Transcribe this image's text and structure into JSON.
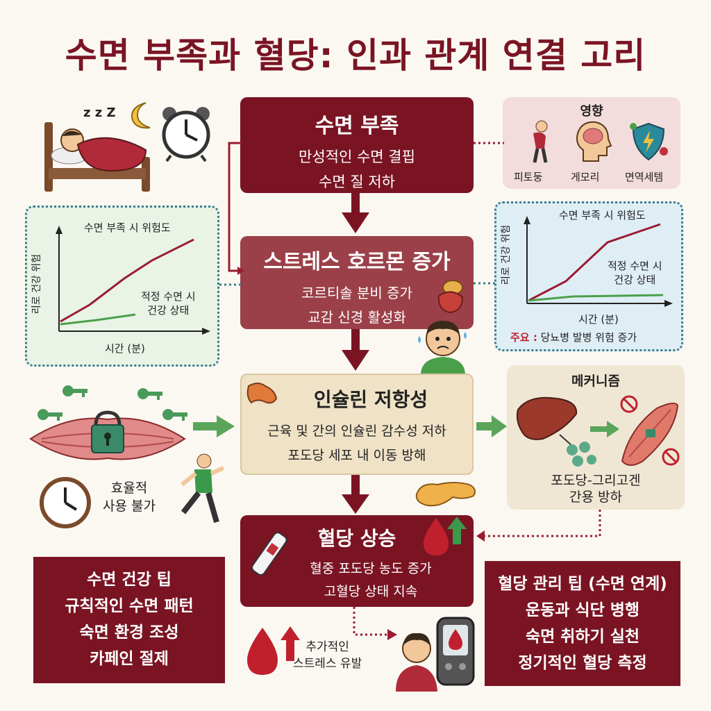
{
  "title": "수면 부족과 혈당: 인과 관계 연결 고리",
  "steps": [
    {
      "title": "수면 부족",
      "lines": [
        "만성적인 수면 결핍",
        "수면 질 저하"
      ]
    },
    {
      "title": "스트레스 호르몬 증가",
      "lines": [
        "코르티솔 분비 증가",
        "교감 신경 활성화"
      ]
    },
    {
      "title": "인슐린 저항성",
      "lines": [
        "근육 및 간의 인슐린 감수성 저하",
        "포도당 세포 내 이동 방해"
      ]
    },
    {
      "title": "혈당 상승",
      "lines": [
        "혈중 포도당 농도 증가",
        "고혈당 상태 지속"
      ]
    }
  ],
  "effects": {
    "title": "영향",
    "items": [
      "피토둥",
      "게모리",
      "면역세템"
    ]
  },
  "left_chart": {
    "ylabel": "리로 건강 위험",
    "xlabel": "시간 (분)",
    "series": [
      {
        "name": "수면 부족 시 위험도",
        "color": "#9b1b30"
      },
      {
        "name": "적정 수면 시\n건강 상태",
        "color": "#4aa04a"
      }
    ]
  },
  "right_chart": {
    "ylabel": "리로 건강 위험",
    "xlabel": "시간 (분)",
    "series": [
      {
        "name": "수면 부족 시 위험도",
        "color": "#9b1b30"
      },
      {
        "name": "적정 수면 시\n건강 상태",
        "color": "#4aa04a"
      }
    ],
    "note_key": "주요 :",
    "note_text": "당뇨병 발병 위험 증가"
  },
  "mechanism": {
    "title": "메커니즘",
    "caption_lines": [
      "포도당-그리고겐",
      "간용 방하"
    ]
  },
  "muscle_caption": [
    "효율적",
    "사용 불가"
  ],
  "extra_stress": [
    "추가적인",
    "스트레스 유발"
  ],
  "sleep_tips": {
    "title": "수면 건강 팁",
    "items": [
      "규칙적인 수면 패턴",
      "숙면 환경 조성",
      "카페인 절제"
    ]
  },
  "glucose_tips": {
    "title": "혈당 관리 팁 (수면 연계)",
    "items": [
      "운동과 식단 병행",
      "숙면 취하기 실천",
      "정기적인 혈당 측정"
    ]
  },
  "colors": {
    "maroon": "#7a1423",
    "green_arrow": "#5aa55a",
    "chart_bg": "#e9f3e6",
    "chart_bg_right": "#dfeef5",
    "beige": "#efe2c6"
  }
}
